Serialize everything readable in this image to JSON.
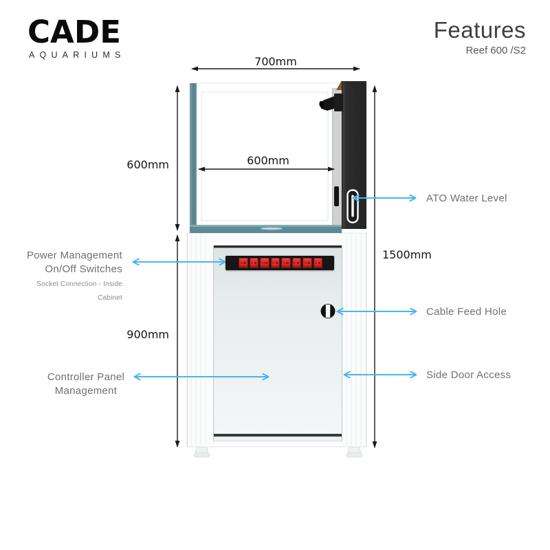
{
  "brand": {
    "name": "CADE",
    "tagline": "AQUARIUMS"
  },
  "header": {
    "title": "Features",
    "subtitle": "Reef 600 /S2"
  },
  "dimensions": {
    "top_width": "700mm",
    "tank_height": "600mm",
    "inner_width": "600mm",
    "cabinet_height": "900mm",
    "total_height": "1500mm"
  },
  "callouts": {
    "ato": {
      "label": "ATO Water Level"
    },
    "power": {
      "line1": "Power Management",
      "line2": "On/Off Switches",
      "note": "Socket Connection - Inside Cabinet"
    },
    "cable": {
      "label": "Cable Feed Hole"
    },
    "controller": {
      "line1": "Controller Panel",
      "line2": "Management"
    },
    "side_door": {
      "label": "Side Door Access"
    }
  },
  "diagram": {
    "power_switch_count": 8
  },
  "colors": {
    "accent_arrow": "#45b6f2",
    "dimension_line": "#1a1a1a",
    "glass_teal": "#5d8a96",
    "overflow_panel": "#2e2e2e",
    "switch_red": "#e23128",
    "label_gray": "#6f6f6f"
  }
}
